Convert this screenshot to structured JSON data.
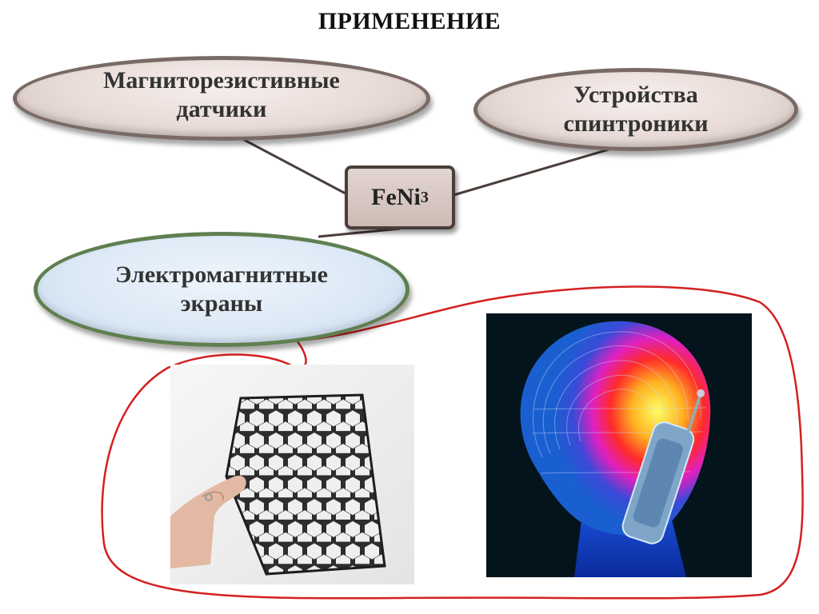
{
  "title": "ПРИМЕНЕНИЕ",
  "center": {
    "formula_base": "FeNi",
    "formula_sub": "3"
  },
  "nodes": {
    "sensors": {
      "line1": "Магниторезистивные",
      "line2": "датчики"
    },
    "spintronics": {
      "line1": "Устройства",
      "line2": "спинтроники"
    },
    "shields": {
      "line1": "Электромагнитные",
      "line2": "экраны"
    }
  },
  "images": {
    "honeycomb": "honeycomb-shield-photo",
    "head": "phone-radiation-head-image"
  },
  "colors": {
    "beige_fill": "#e9dcd8",
    "blue_fill": "#dbe8f5",
    "callout_outline": "#d42020",
    "connector": "#4a3e3b"
  }
}
